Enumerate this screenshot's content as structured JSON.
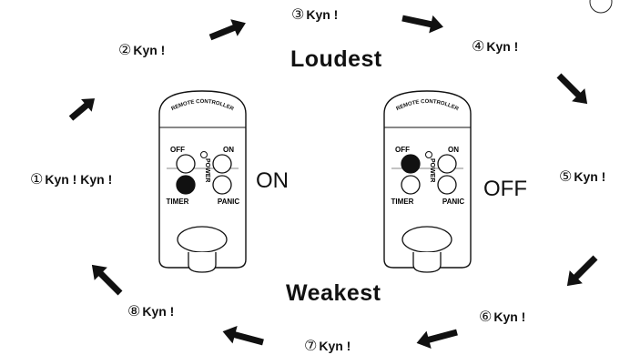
{
  "center": {
    "top_label": "Loudest",
    "bottom_label": "Weakest"
  },
  "steps": [
    {
      "number": "①",
      "text": "Kyn ! Kyn !"
    },
    {
      "number": "②",
      "text": "Kyn !"
    },
    {
      "number": "③",
      "text": "Kyn !"
    },
    {
      "number": "④",
      "text": "Kyn !"
    },
    {
      "number": "⑤",
      "text": "Kyn !"
    },
    {
      "number": "⑥",
      "text": "Kyn !"
    },
    {
      "number": "⑦",
      "text": "Kyn !"
    },
    {
      "number": "⑧",
      "text": "Kyn !"
    }
  ],
  "remotes": [
    {
      "header": "REMOTE CONTROLLER",
      "off_label": "OFF",
      "on_label": "ON",
      "timer_label": "TIMER",
      "panic_label": "PANIC",
      "power_label": "POWER",
      "pressed_button": "timer",
      "state_label": "ON"
    },
    {
      "header": "REMOTE CONTROLLER",
      "off_label": "OFF",
      "on_label": "ON",
      "timer_label": "TIMER",
      "panic_label": "PANIC",
      "power_label": "POWER",
      "pressed_button": "off",
      "state_label": "OFF"
    }
  ]
}
